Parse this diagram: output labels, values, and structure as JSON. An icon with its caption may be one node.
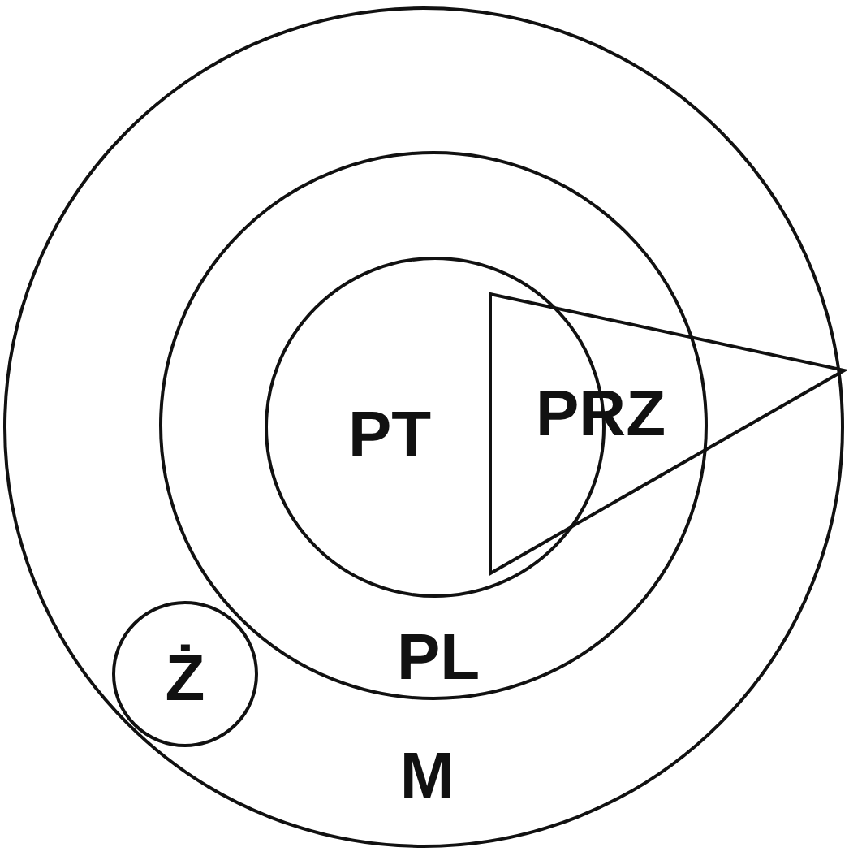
{
  "diagram": {
    "nodes": [
      {
        "text": [
          "M"
        ]
      },
      {
        "text": [
          "PL"
        ],
        "in": 0
      },
      {
        "text": [
          "PT"
        ],
        "in": 1
      },
      {
        "text": [
          "PRZ"
        ],
        "in": 0
      },
      {
        "text": [
          "Ż"
        ],
        "in": 0
      }
    ]
  }
}
